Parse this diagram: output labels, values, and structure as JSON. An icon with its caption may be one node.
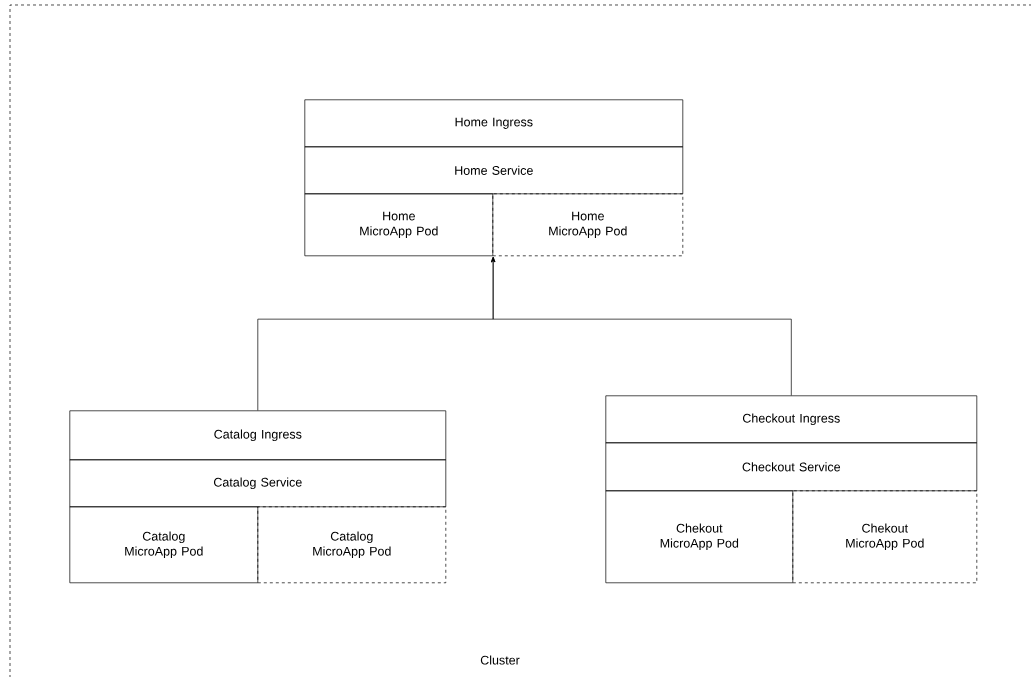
{
  "diagram": {
    "nodes": [
      {
        "text": [
          "Cluster"
        ]
      },
      {
        "text": [
          "Home Ingress"
        ],
        "in": 0
      },
      {
        "text": [
          "Home Service"
        ],
        "in": 0
      },
      {
        "text": [
          "Home MicroApp Pod"
        ],
        "in": 0
      },
      {
        "text": [
          "Home MicroApp Pod"
        ],
        "in": 0
      },
      {
        "text": [
          "Catalog Ingress"
        ],
        "in": 0
      },
      {
        "text": [
          "Catalog Service"
        ],
        "in": 0
      },
      {
        "text": [
          "Catalog MicroApp Pod"
        ],
        "in": 0
      },
      {
        "text": [
          "Catalog MicroApp Pod"
        ],
        "in": 0
      },
      {
        "text": [
          "Checkout Ingress"
        ],
        "in": 0
      },
      {
        "text": [
          "Checkout Service"
        ],
        "in": 0
      },
      {
        "text": [
          "Chekout MicroApp Pod"
        ],
        "in": 0
      },
      {
        "text": [
          "Chekout MicroApp Pod"
        ],
        "in": 0
      }
    ],
    "edges": [
      {
        "from": 5,
        "to": 3,
        "arrow": "to"
      },
      {
        "from": 9,
        "to": 3,
        "arrow": "to"
      }
    ]
  }
}
